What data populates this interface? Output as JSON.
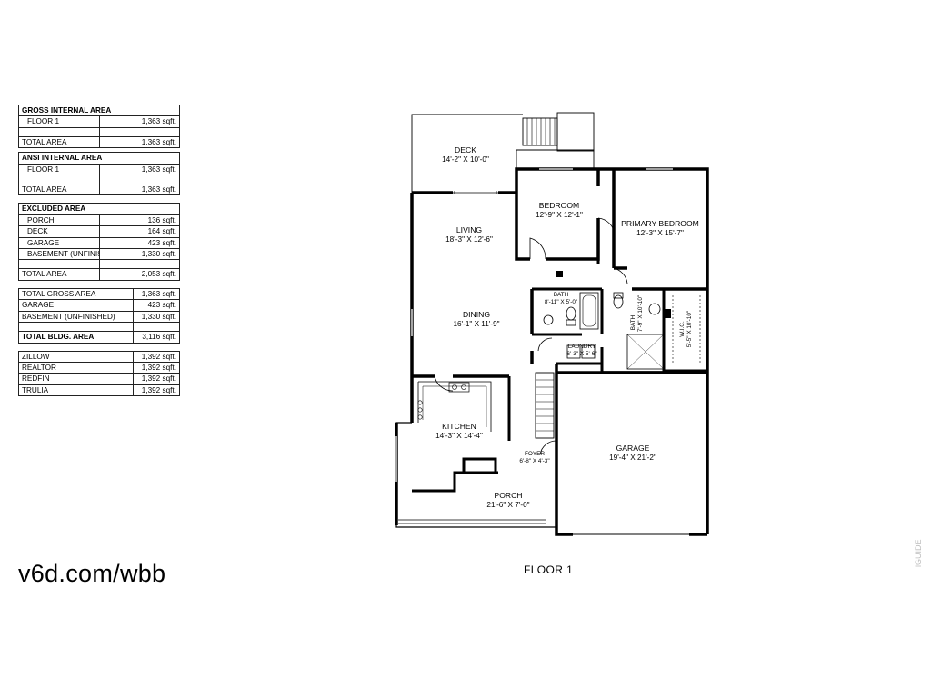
{
  "area_tables": [
    {
      "header": "GROSS INTERNAL AREA",
      "rows": [
        {
          "label": "FLOOR 1",
          "value": "1,363 sqft."
        }
      ],
      "total": {
        "label": "TOTAL AREA",
        "value": "1,363 sqft."
      }
    },
    {
      "header": "ANSI INTERNAL AREA",
      "rows": [
        {
          "label": "FLOOR 1",
          "value": "1,363 sqft."
        }
      ],
      "total": {
        "label": "TOTAL AREA",
        "value": "1,363 sqft."
      }
    },
    {
      "header": "EXCLUDED AREA",
      "rows": [
        {
          "label": "PORCH",
          "value": "136 sqft."
        },
        {
          "label": "DECK",
          "value": "164 sqft."
        },
        {
          "label": "GARAGE",
          "value": "423 sqft."
        },
        {
          "label": "BASEMENT (UNFINISHED)",
          "value": "1,330 sqft."
        }
      ],
      "total": {
        "label": "TOTAL AREA",
        "value": "2,053 sqft."
      }
    }
  ],
  "summary": {
    "rows": [
      {
        "label": "TOTAL GROSS AREA",
        "value": "1,363 sqft."
      },
      {
        "label": "GARAGE",
        "value": "423 sqft."
      },
      {
        "label": "BASEMENT (UNFINISHED)",
        "value": "1,330 sqft."
      }
    ],
    "total": {
      "label": "TOTAL BLDG. AREA",
      "value": "3,116 sqft."
    }
  },
  "listing_sites": [
    {
      "label": "ZILLOW",
      "value": "1,392 sqft."
    },
    {
      "label": "REALTOR",
      "value": "1,392 sqft."
    },
    {
      "label": "REDFIN",
      "value": "1,392 sqft."
    },
    {
      "label": "TRULIA",
      "value": "1,392 sqft."
    }
  ],
  "website": "v6d.com/wbb",
  "floor_caption": "FLOOR 1",
  "watermark": "iGUIDE",
  "rooms": {
    "deck": {
      "name": "DECK",
      "dims": "14'-2\" X 10'-0\""
    },
    "bedroom": {
      "name": "BEDROOM",
      "dims": "12'-9\" X 12'-1\""
    },
    "primary_bedroom": {
      "name": "PRIMARY BEDROOM",
      "dims": "12'-3\" X 15'-7\""
    },
    "living": {
      "name": "LIVING",
      "dims": "18'-3\" X 12'-6\""
    },
    "dining": {
      "name": "DINING",
      "dims": "16'-1\" X 11'-9\""
    },
    "bath1": {
      "name": "BATH",
      "dims": "8'-11\" X 5'-0\""
    },
    "bath2": {
      "name": "BATH",
      "dims": "7'-9\" X 10'-10\""
    },
    "wic": {
      "name": "W.I.C.",
      "dims": "5'-5\" X 10'-10\""
    },
    "laundry": {
      "name": "LAUNDRY",
      "dims": "6'-3\" X 5'-6\""
    },
    "kitchen": {
      "name": "KITCHEN",
      "dims": "14'-3\" X 14'-4\""
    },
    "foyer": {
      "name": "FOYER",
      "dims": "6'-8\" X 4'-3\""
    },
    "garage": {
      "name": "GARAGE",
      "dims": "19'-4\" X 21'-2\""
    },
    "porch": {
      "name": "PORCH",
      "dims": "21'-6\" X 7'-0\""
    }
  }
}
